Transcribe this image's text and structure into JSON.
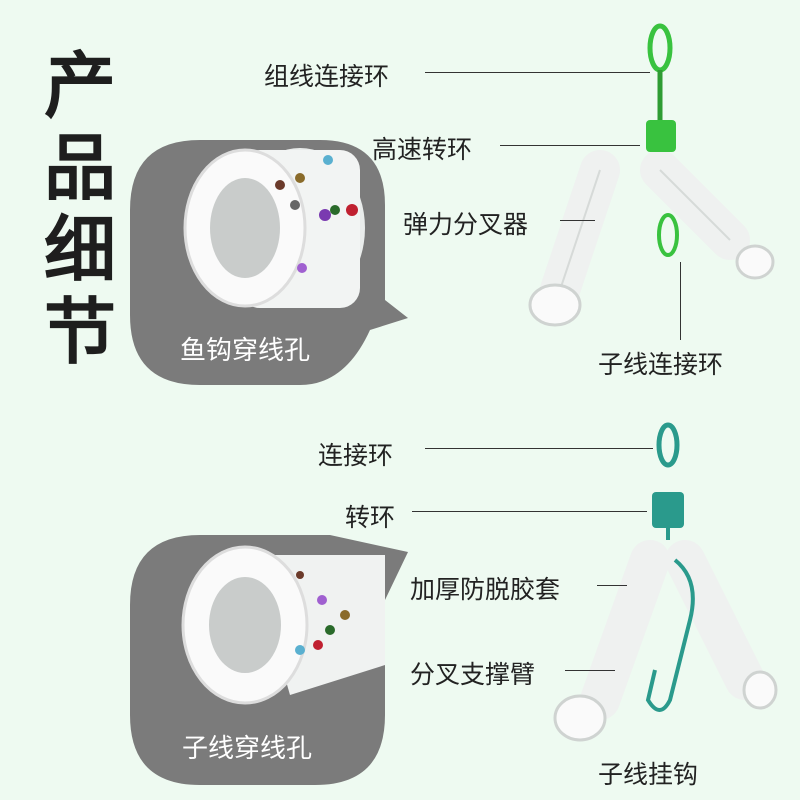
{
  "title": [
    "产",
    "品",
    "细",
    "节"
  ],
  "top": {
    "bubble_label": "鱼钩穿线孔",
    "labels": [
      "组线连接环",
      "高速转环",
      "弹力分叉器",
      "子线连接环"
    ]
  },
  "bottom": {
    "bubble_label": "子线穿线孔",
    "labels": [
      "连接环",
      "转环",
      "加厚防脱胶套",
      "分叉支撑臂",
      "子线挂钩"
    ]
  },
  "colors": {
    "background": "#eefaf1",
    "bubble": "#7b7b7b",
    "swivel_top": "#39c23f",
    "swivel_bottom": "#2a9a8c"
  }
}
